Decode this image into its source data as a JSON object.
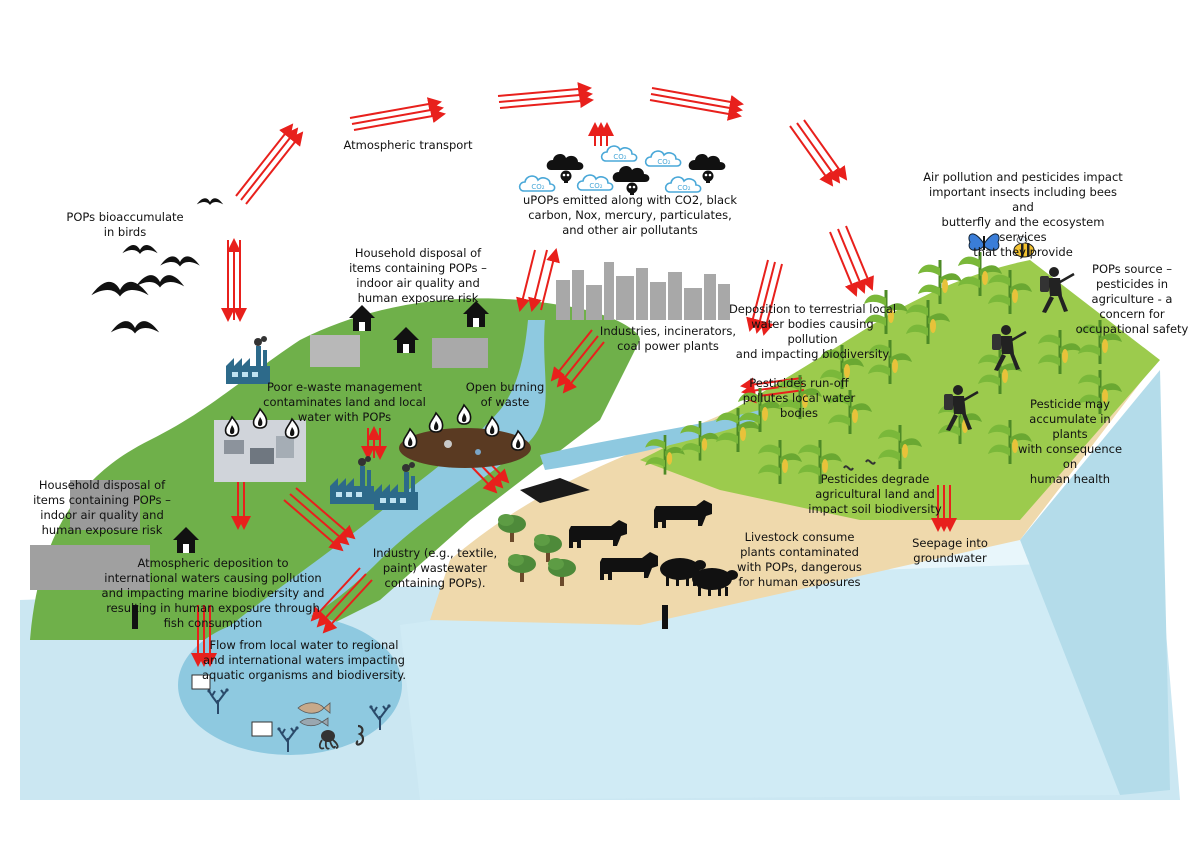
{
  "labels": {
    "atmospheric_transport": "Atmospheric transport",
    "upops_emitted": "uPOPs emitted along with CO2, black\ncarbon, Nox, mercury, particulates,\nand other air pollutants",
    "pops_birds": "POPs bioaccumulate\nin birds",
    "household_top": "Household disposal of\nitems containing POPs –\nindoor air quality and\nhuman exposure risk",
    "air_pollution_insects": "Air pollution and pesticides impact\nimportant insects including bees and\nbutterfly and the ecosystem services\nthat they provide",
    "pops_source_pesticides": "POPs source –\npesticides in\nagriculture - a\nconcern for\noccupational safety",
    "deposition_terrestrial": "Deposition to terrestrial local\nwater bodies causing pollution\nand impacting biodiversity",
    "industries": "Industries, incinerators,\ncoal power plants",
    "ewaste": "Poor e-waste management\ncontaminates land and local\nwater with POPs",
    "open_burning": "Open burning\nof waste",
    "pesticides_runoff": "Pesticides run-off\npollutes local water\nbodies",
    "pesticide_accumulate": "Pesticide may\naccumulate in plants\nwith consequence on\nhuman health",
    "household_left": "Household disposal of\nitems containing POPs –\nindoor air quality and\nhuman exposure risk",
    "pesticides_degrade": "Pesticides degrade\nagricultural land and\nimpact soil biodiversity",
    "industry_wastewater": "Industry (e.g., textile,\npaint) wastewater\ncontaining POPs).",
    "livestock": "Livestock consume\nplants contaminated\nwith POPs, dangerous\nfor human exposures",
    "seepage": "Seepage into\ngroundwater",
    "atmospheric_deposition": "Atmospheric deposition to\ninternational waters causing pollution\nand impacting marine biodiversity and\nresulting in human exposure through\nfish consumption",
    "flow_local_water": "Flow from local water to regional\nand international waters impacting\naquatic organisms and biodiversity."
  },
  "cloud_text": "CO₂",
  "colors": {
    "arrow": "#e8201c",
    "grass": "#6fb04a",
    "sand": "#efd9ac",
    "water": "#8ec9e0",
    "sea": "#cbe7f2",
    "cliff": "#b4dcea",
    "field": "#9ccb4d",
    "cloud_blue": "#4aa8d8"
  },
  "icons": [
    "bird-icon",
    "house-icon",
    "factory-icon",
    "cloud-co2-icon",
    "skull-cloud-icon",
    "butterfly-icon",
    "bee-icon",
    "farmer-sprayer-icon",
    "cow-icon",
    "sheep-icon",
    "fire-icon",
    "tree-icon",
    "fish-icon",
    "octopus-icon",
    "seahorse-icon",
    "coral-icon",
    "corn-plant-icon",
    "city-skyline-icon",
    "waste-pile-icon",
    "ewaste-pile-icon"
  ]
}
